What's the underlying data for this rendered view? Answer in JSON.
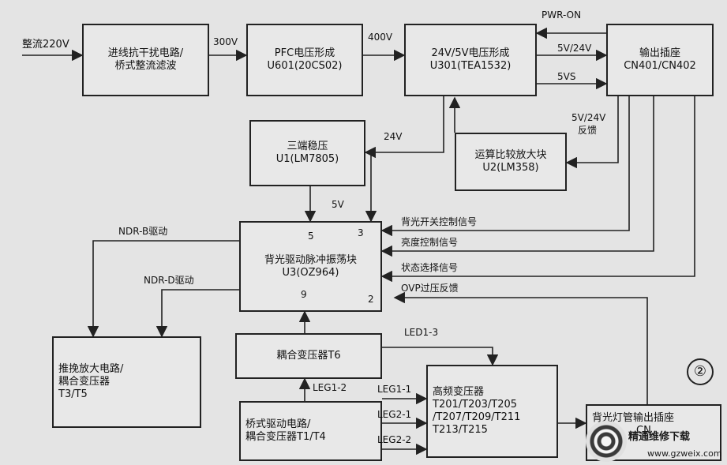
{
  "blocks": {
    "emi": {
      "line1": "进线抗干扰电路/",
      "line2": "桥式整流滤波"
    },
    "pfc": {
      "line1": "PFC电压形成",
      "line2": "U601(20CS02)"
    },
    "psu": {
      "line1": "24V/5V电压形成",
      "line2": "U301(TEA1532)"
    },
    "out": {
      "line1": "输出插座",
      "line2": "CN401/CN402"
    },
    "reg": {
      "line1": "三端稳压",
      "line2": "U1(LM7805)"
    },
    "opamp": {
      "line1": "运算比较放大块",
      "line2": "U2(LM358)"
    },
    "osc": {
      "line1": "背光驱动脉冲振荡块",
      "line2": "U3(OZ964)",
      "pin5": "5",
      "pin3": "3",
      "pin9": "9",
      "pin2": "2"
    },
    "pushpull": {
      "line1": "推挽放大电路/",
      "line2": "耦合变压器",
      "line3": "T3/T5"
    },
    "t6": {
      "line1": "耦合变压器T6"
    },
    "bridge": {
      "line1": "桥式驱动电路/",
      "line2": "耦合变压器T1/T4"
    },
    "hft": {
      "line1": "高频变压器",
      "line2": "T201/T203/T205",
      "line3": "/T207/T209/T211",
      "line4": "T213/T215"
    },
    "lamp": {
      "line1": "背光灯管输出插座",
      "line2": "CN"
    }
  },
  "labels": {
    "in220": "整流220V",
    "v300": "300V",
    "v400": "400V",
    "pwr_on": "PWR-ON",
    "v5_24": "5V/24V",
    "v5vs": "5VS",
    "fb1": "5V/24V",
    "fb2": "反馈",
    "v24": "24V",
    "v5": "5V",
    "ndr_b": "NDR-B驱动",
    "ndr_d": "NDR-D驱动",
    "bl_switch": "背光开关控制信号",
    "brightness": "亮度控制信号",
    "state_sel": "状态选择信号",
    "ovp": "OVP过压反馈",
    "led13": "LED1-3",
    "leg12": "LEG1-2",
    "leg11": "LEG1-1",
    "leg21": "LEG2-1",
    "leg22": "LEG2-2",
    "circled": "②"
  },
  "watermark": {
    "text": "精通维修下载",
    "url": "www.gzweix.com"
  },
  "colors": {
    "line": "#222222",
    "background": "#e4e4e4"
  }
}
